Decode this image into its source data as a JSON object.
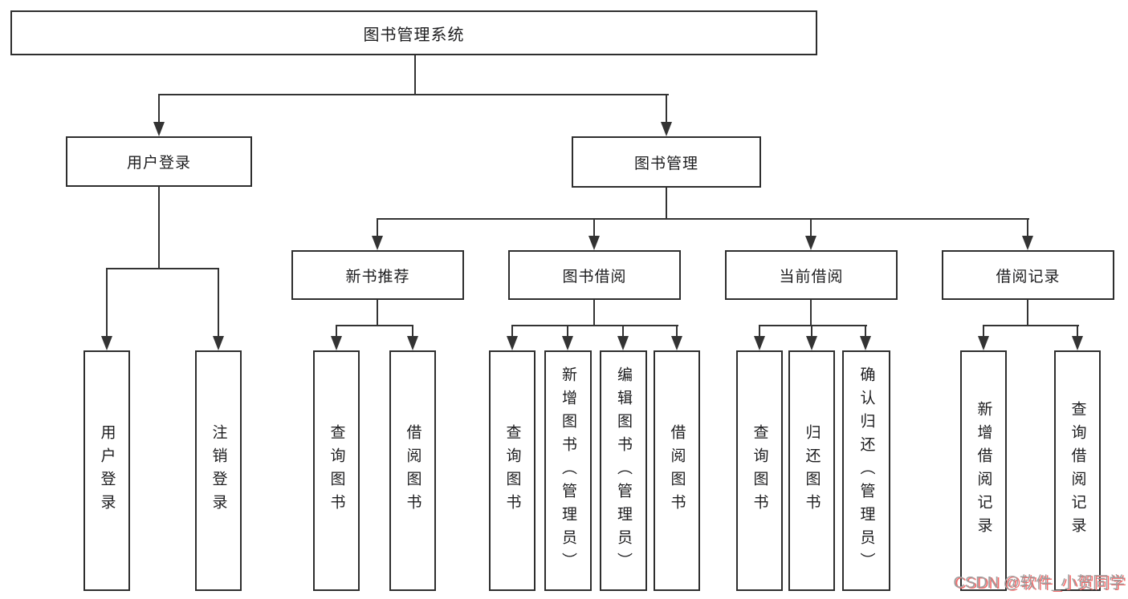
{
  "diagram": {
    "root": {
      "label": "图书管理系统"
    },
    "level2": [
      {
        "label": "用户登录"
      },
      {
        "label": "图书管理"
      }
    ],
    "level3": [
      {
        "label": "新书推荐"
      },
      {
        "label": "图书借阅"
      },
      {
        "label": "当前借阅"
      },
      {
        "label": "借阅记录"
      }
    ],
    "leaves": [
      {
        "label": "用户登录"
      },
      {
        "label": "注销登录"
      },
      {
        "label": "查询图书"
      },
      {
        "label": "借阅图书"
      },
      {
        "label": "查询图书"
      },
      {
        "label": "新增图书（管理员）"
      },
      {
        "label": "编辑图书（管理员）"
      },
      {
        "label": "借阅图书"
      },
      {
        "label": "查询图书"
      },
      {
        "label": "归还图书"
      },
      {
        "label": "确认归还（管理员）"
      },
      {
        "label": "新增借阅记录"
      },
      {
        "label": "查询借阅记录"
      }
    ],
    "watermark": "CSDN @软件_小贺同学",
    "colors": {
      "line": "#333333",
      "box_border": "#2e2e2e",
      "text": "#1d1d1f",
      "watermark": "#9e9e9e",
      "watermark_shadow": "#f26d6d"
    }
  }
}
